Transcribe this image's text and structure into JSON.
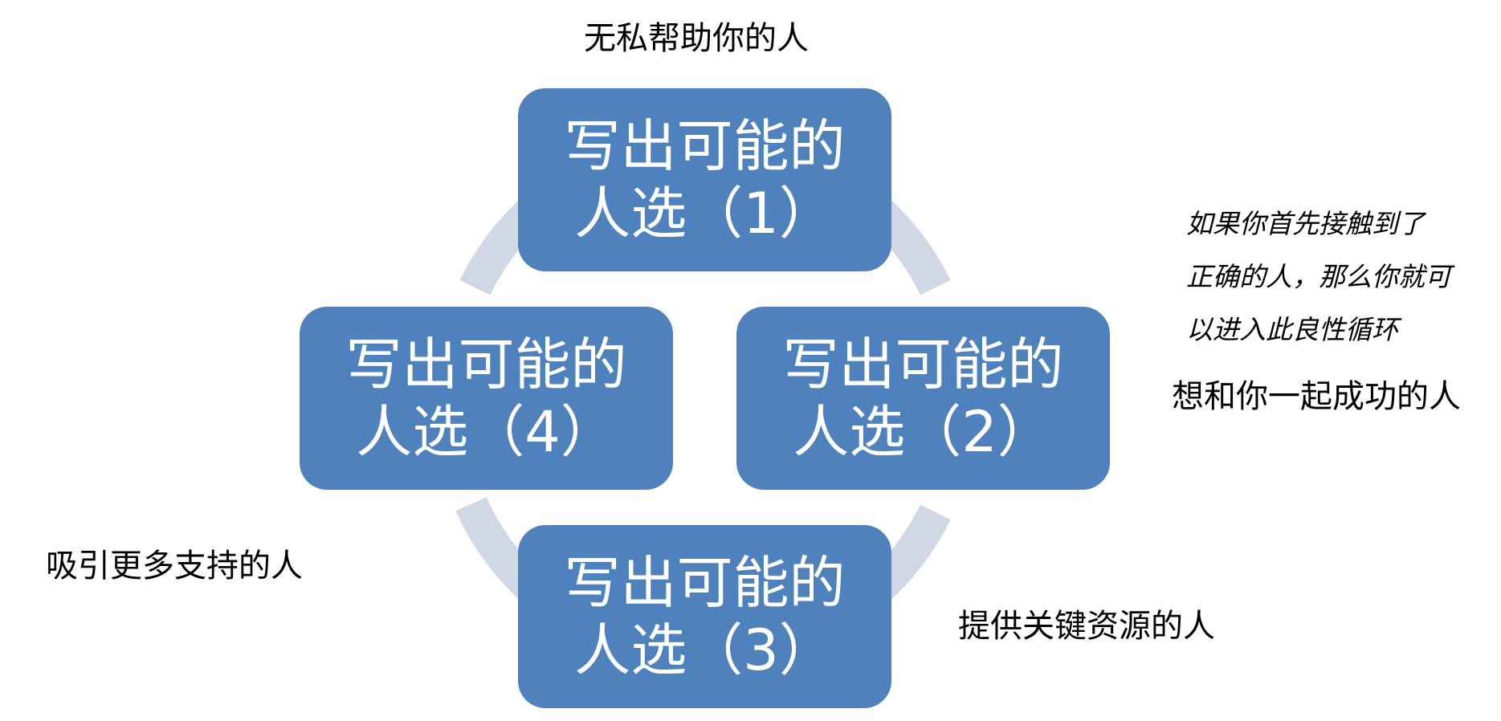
{
  "colors": {
    "node_fill": "#4f81bd",
    "arrow_fill": "#d0d8e8",
    "text_on_node": "#ffffff",
    "text_label": "#000000"
  },
  "nodes": [
    {
      "line1": "写出可能的",
      "line2": "人选（1）"
    },
    {
      "line1": "写出可能的",
      "line2": "人选（2）"
    },
    {
      "line1": "写出可能的",
      "line2": "人选（3）"
    },
    {
      "line1": "写出可能的",
      "line2": "人选（4）"
    }
  ],
  "labels": {
    "top": "无私帮助你的人",
    "right": "想和你一起成功的人",
    "bottom_right": "提供关键资源的人",
    "left": "吸引更多支持的人"
  },
  "note": {
    "lines": [
      "如果你首先接触到了",
      "正确的人，那么你就可",
      "以进入此良性循环"
    ]
  }
}
